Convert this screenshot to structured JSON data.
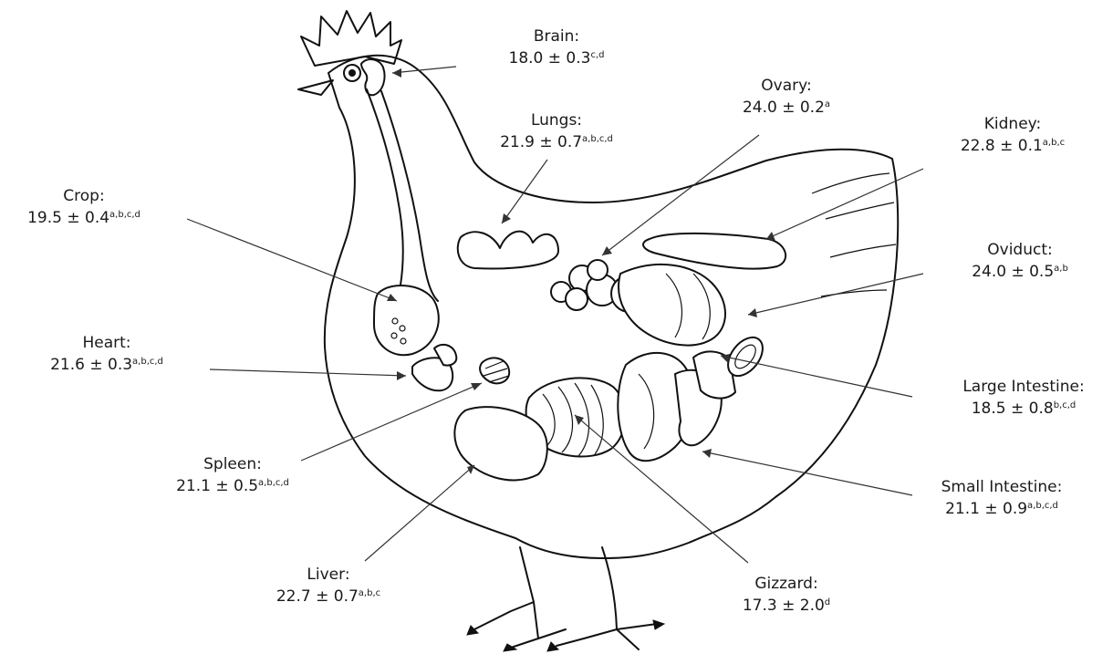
{
  "labels": [
    {
      "id": "brain",
      "name": "Brain:",
      "value": "18.0 ± 0.3",
      "sup": "c,d"
    },
    {
      "id": "lungs",
      "name": "Lungs:",
      "value": "21.9 ± 0.7",
      "sup": "a,b,c,d"
    },
    {
      "id": "ovary",
      "name": "Ovary:",
      "value": "24.0 ± 0.2",
      "sup": "a"
    },
    {
      "id": "kidney",
      "name": "Kidney:",
      "value": "22.8 ± 0.1",
      "sup": "a,b,c"
    },
    {
      "id": "crop",
      "name": "Crop:",
      "value": "19.5 ± 0.4",
      "sup": "a,b,c,d"
    },
    {
      "id": "oviduct",
      "name": "Oviduct:",
      "value": "24.0 ± 0.5",
      "sup": "a,b"
    },
    {
      "id": "heart",
      "name": "Heart:",
      "value": "21.6 ± 0.3",
      "sup": "a,b,c,d"
    },
    {
      "id": "large_intestine",
      "name": "Large Intestine:",
      "value": "18.5 ± 0.8",
      "sup": "b,c,d"
    },
    {
      "id": "spleen",
      "name": "Spleen:",
      "value": "21.1 ± 0.5",
      "sup": "a,b,c,d"
    },
    {
      "id": "small_intestine",
      "name": "Small Intestine:",
      "value": "21.1 ± 0.9",
      "sup": "a,b,c,d"
    },
    {
      "id": "liver",
      "name": "Liver:",
      "value": "22.7 ± 0.7",
      "sup": "a,b,c"
    },
    {
      "id": "gizzard",
      "name": "Gizzard:",
      "value": "17.3 ± 2.0",
      "sup": "d"
    }
  ]
}
